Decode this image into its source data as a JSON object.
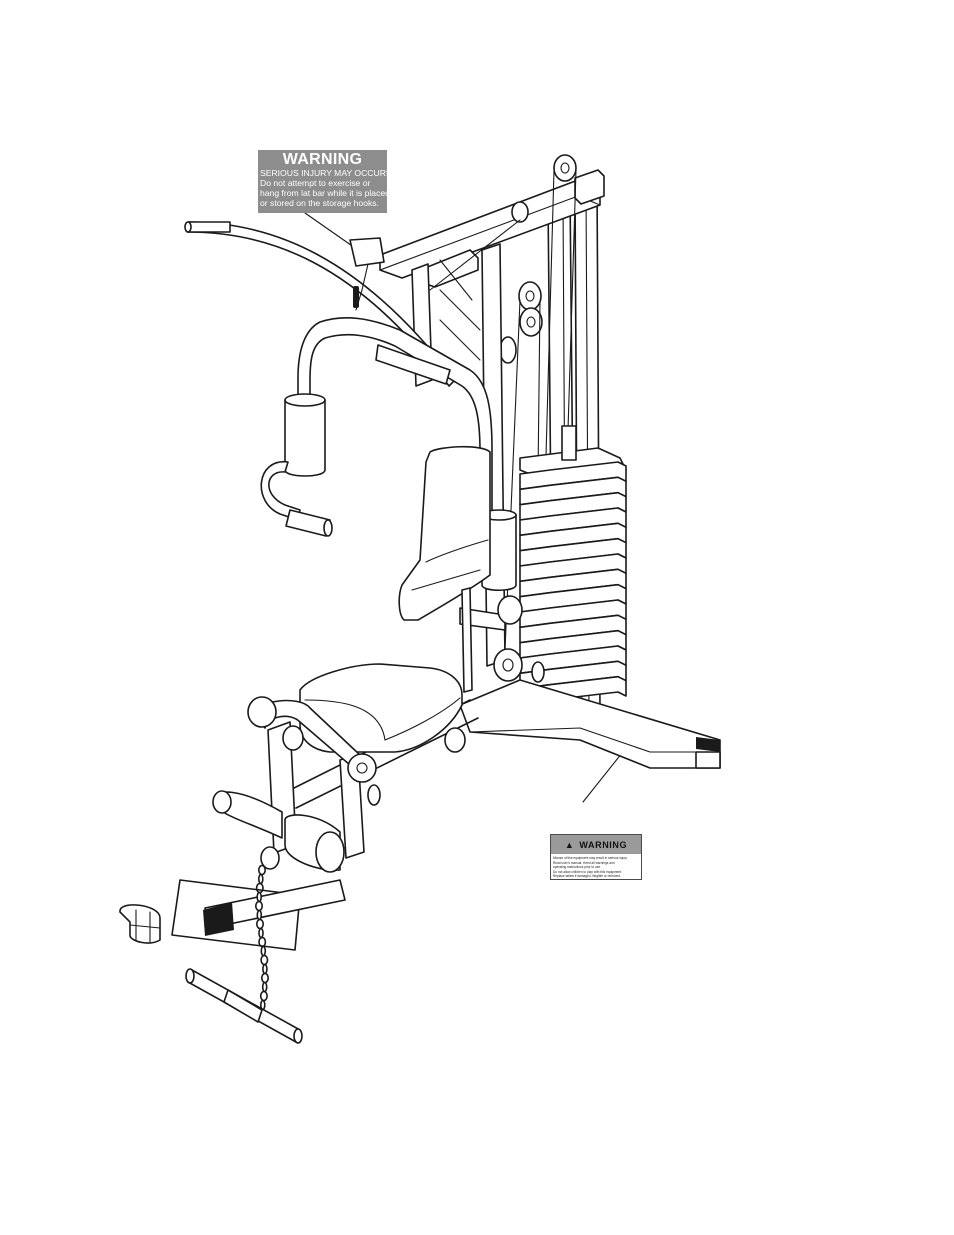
{
  "figure": {
    "components": [
      {
        "id": "lat-bar",
        "label": ""
      },
      {
        "id": "weight-stack",
        "label": "",
        "plates": 15
      },
      {
        "id": "press-arms",
        "label": ""
      },
      {
        "id": "seat-back",
        "label": ""
      },
      {
        "id": "seat-pad",
        "label": ""
      },
      {
        "id": "leg-developer",
        "label": ""
      },
      {
        "id": "pulleys",
        "label": ""
      },
      {
        "id": "chain-handle",
        "label": ""
      },
      {
        "id": "floor-sticker",
        "label": ""
      },
      {
        "id": "cable-clip",
        "label": ""
      }
    ]
  },
  "warning_top": {
    "title": "WARNING",
    "lines": [
      "SERIOUS INJURY MAY OCCUR!",
      "Do not attempt to exercise or",
      "hang from lat bar while it is placed",
      "or stored on the storage hooks."
    ]
  },
  "warning_base": {
    "title": "WARNING",
    "icon": "warning-triangle-icon",
    "lines": [
      "Misuse of this equipment may result in serious injury.",
      "Read user's manual. Heed all warnings and",
      "operating instructions prior to use.",
      "Do not allow children to play with this equipment.",
      "Replace labels if damaged, illegible or removed."
    ]
  },
  "colors": {
    "line": "#1a1a1a",
    "label_gray": "#8d8d8d",
    "label_header_gray": "#9a9a9a"
  }
}
